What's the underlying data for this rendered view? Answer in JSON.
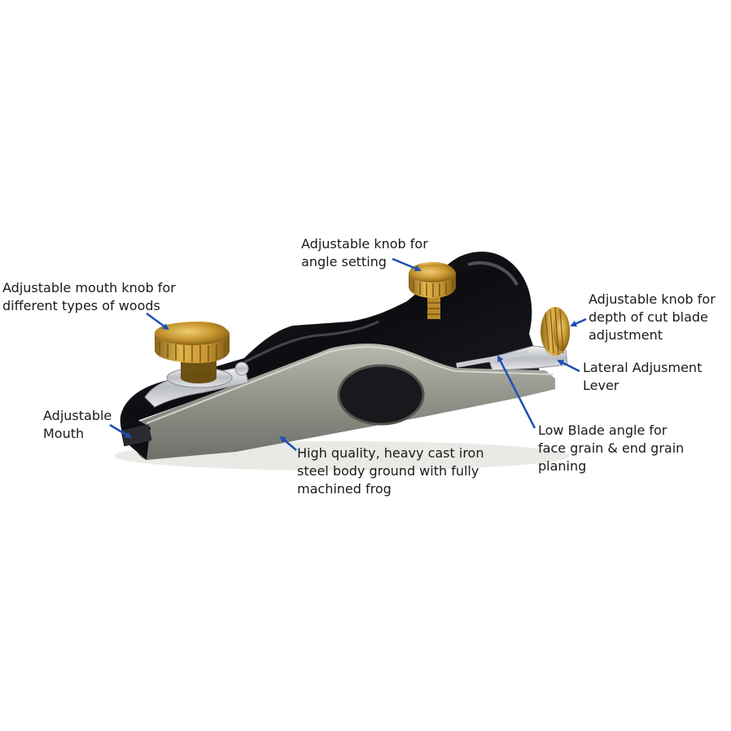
{
  "colors": {
    "arrow": "#1e4fb5",
    "brass": "#c8962e",
    "enamel": "#0d0d10",
    "steel": "#8e8f86"
  },
  "icons": {
    "arrow": "arrow-icon"
  },
  "labels": {
    "angle_knob": [
      "Adjustable knob for",
      "angle setting"
    ],
    "mouth_knob": [
      "Adjustable mouth knob for",
      "different types of woods"
    ],
    "depth_knob": [
      "Adjustable knob for",
      "depth of cut blade",
      "adjustment"
    ],
    "lateral_lever": [
      "Lateral Adjusment",
      "Lever"
    ],
    "mouth": [
      "Adjustable",
      "Mouth"
    ],
    "low_blade": [
      "Low Blade angle for",
      "face grain & end grain",
      "planing"
    ],
    "body": [
      "High quality, heavy cast iron",
      "steel body ground with fully",
      "machined frog"
    ]
  }
}
